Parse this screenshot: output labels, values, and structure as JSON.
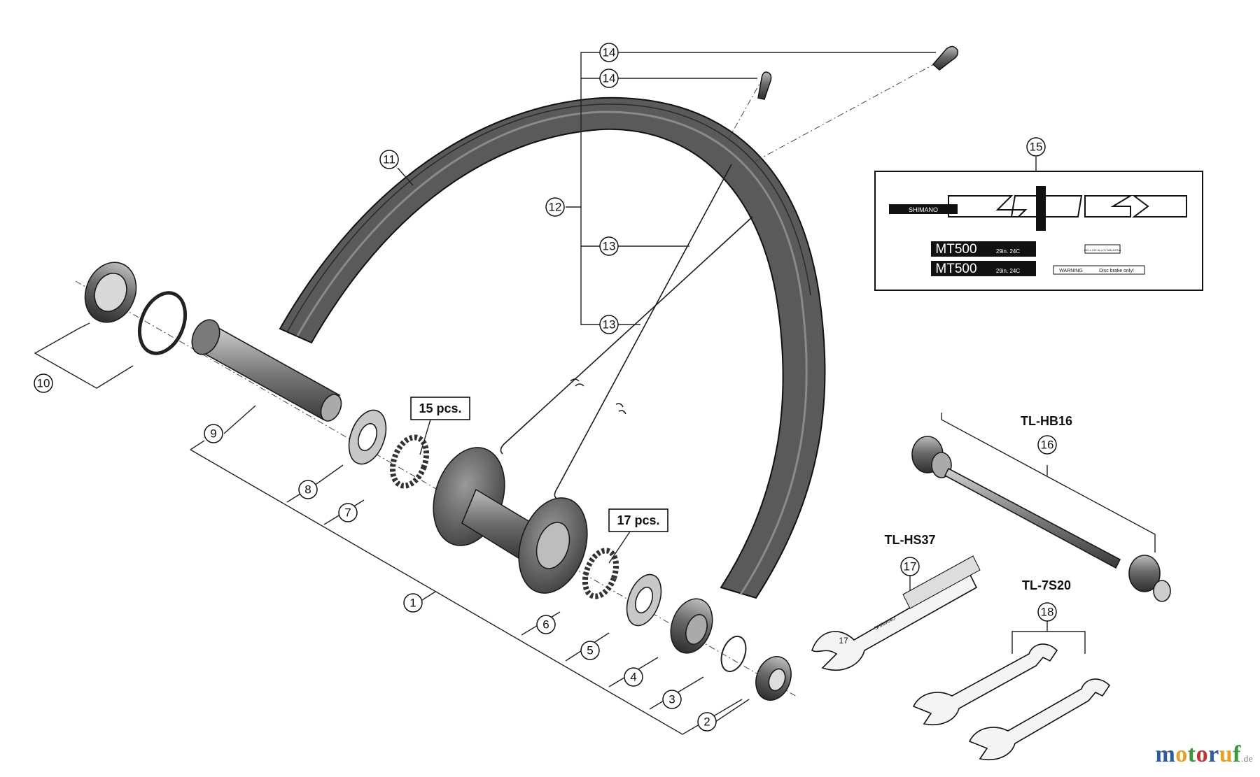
{
  "callouts": {
    "c1": "1",
    "c2": "2",
    "c3": "3",
    "c4": "4",
    "c5": "5",
    "c6": "6",
    "c7": "7",
    "c8": "8",
    "c9": "9",
    "c10": "10",
    "c11": "11",
    "c12": "12",
    "c13a": "13",
    "c13b": "13",
    "c14a": "14",
    "c14b": "14",
    "c15": "15",
    "c16": "16",
    "c17": "17",
    "c18": "18"
  },
  "quantities": {
    "balls_left": "15 pcs.",
    "balls_right": "17 pcs."
  },
  "tools": {
    "hub_tool": "TL-HB16",
    "cone_spanner": "TL-HS37",
    "hub_spanner": "TL-7S20"
  },
  "decal_sheet": {
    "brand": "SHIMANO",
    "model_1": "MT500",
    "size_1": "29in. 24C",
    "model_2": "MT500",
    "size_2": "29in. 24C",
    "origin": "603 x 24C ALLOY MALAYSIA",
    "warning_label": "WARNING",
    "warning_text": "Disc brake only!"
  },
  "spanner_marks": {
    "cone_size": "17",
    "cone_brand": "SHIMANO"
  },
  "watermark": {
    "letters": [
      "m",
      "o",
      "t",
      "o",
      "r",
      "u",
      "f"
    ],
    "letter_colors": [
      "#2a5aa8",
      "#e8a020",
      "#3a9a3a",
      "#c83030",
      "#2a5aa8",
      "#e8a020",
      "#3a9a3a"
    ],
    "tld": ".de"
  }
}
